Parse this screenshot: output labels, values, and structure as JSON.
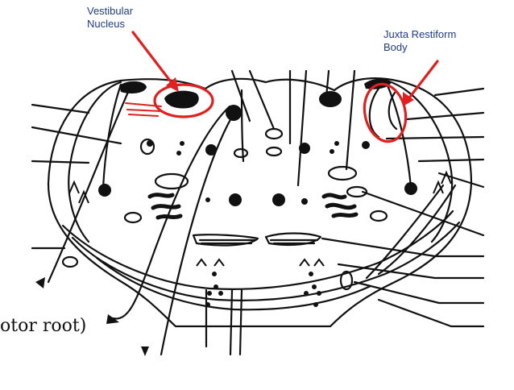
{
  "labels": {
    "vestibular": [
      "Vestibular",
      "Nucleus"
    ],
    "juxta": [
      "Juxta Restiform",
      "Body"
    ],
    "motor_root": "otor root)"
  },
  "colors": {
    "annotation_text": "#1f3c88",
    "highlight_arrow": "#e02020",
    "ink": "#111111"
  }
}
